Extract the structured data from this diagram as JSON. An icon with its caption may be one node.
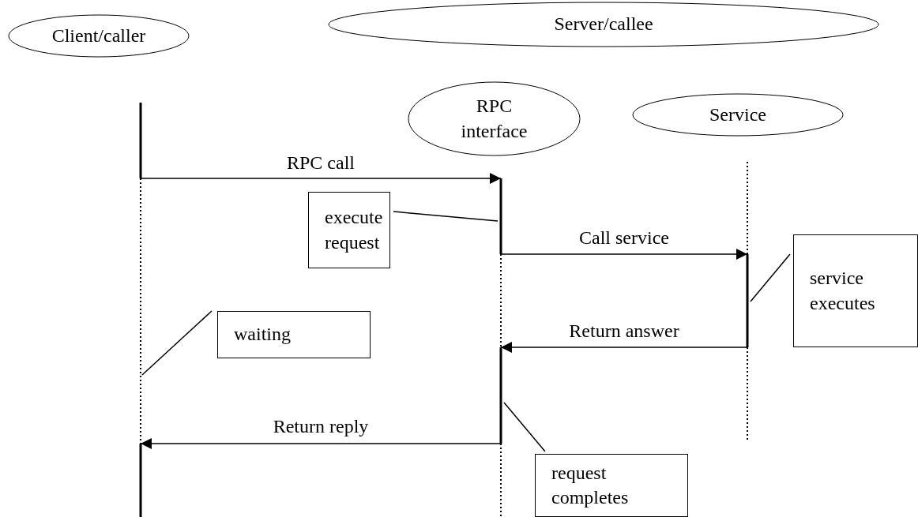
{
  "diagram": {
    "nodes": [
      {
        "text": [
          "Client/caller"
        ]
      },
      {
        "text": [
          "Server/callee"
        ]
      },
      {
        "text": [
          "RPC interface"
        ]
      },
      {
        "text": [
          "Service"
        ]
      },
      {
        "text": [
          "execute request"
        ]
      },
      {
        "text": [
          "service executes"
        ]
      },
      {
        "text": [
          "waiting"
        ]
      },
      {
        "text": [
          "request completes"
        ]
      }
    ],
    "edges": [
      {
        "from": 0,
        "to": 2,
        "arrow": "to",
        "label": "RPC call"
      },
      {
        "from": 4,
        "to": 2,
        "arrow": "none"
      },
      {
        "from": 2,
        "to": 3,
        "arrow": "to",
        "label": "Call service"
      },
      {
        "from": 5,
        "to": 3,
        "arrow": "none"
      },
      {
        "from": 6,
        "to": 0,
        "arrow": "none"
      },
      {
        "from": 3,
        "to": 2,
        "arrow": "to",
        "label": "Return answer"
      },
      {
        "from": 2,
        "to": 0,
        "arrow": "to",
        "label": "Return reply"
      },
      {
        "from": 7,
        "to": 2,
        "arrow": "none"
      }
    ]
  }
}
